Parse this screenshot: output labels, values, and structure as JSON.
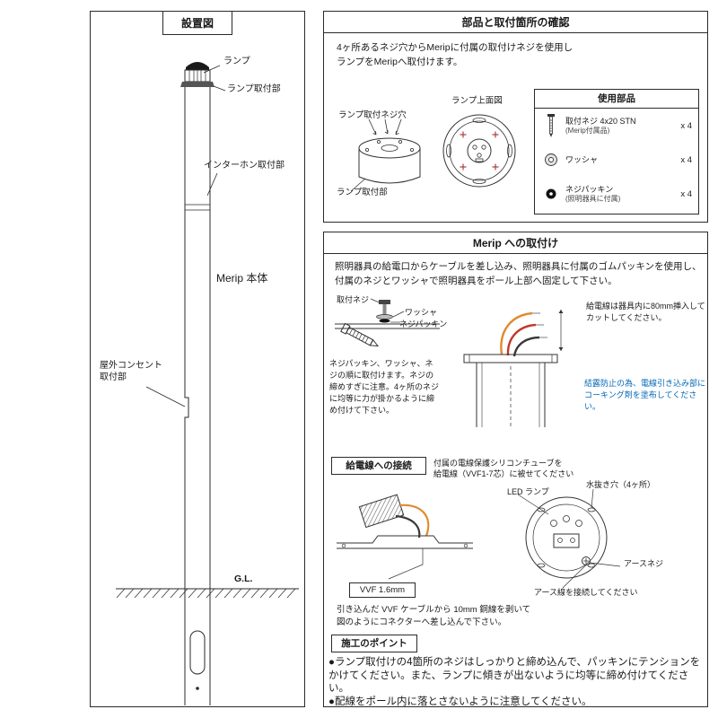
{
  "colors": {
    "line": "#2a2a2a",
    "accent_blue": "#0068b7",
    "wire_orange": "#e08a2d",
    "wire_red": "#c03a2b",
    "wire_black": "#3a3a3a",
    "screw_mark_red": "#a94442"
  },
  "left_panel": {
    "title": "設置図",
    "labels": {
      "lamp": "ランプ",
      "lamp_mount": "ランプ取付部",
      "intercom_mount": "インターホン取付部",
      "body": "Merip 本体",
      "outlet_mount": "屋外コンセント\n取付部",
      "gl": "G.L."
    }
  },
  "parts_panel": {
    "title": "部品と取付箇所の確認",
    "intro": "4ヶ所あるネジ穴からMeripに付属の取付けネジを使用し\nランプをMeripへ取付けます。",
    "top_view_label": "ランプ上面図",
    "screw_holes_label": "ランプ取付ネジ穴",
    "mount_label": "ランプ取付部",
    "parts_box": {
      "title": "使用部品",
      "rows": [
        {
          "name": "取付ネジ 4x20 STN",
          "note": "(Merip付属品)",
          "qty": "x 4",
          "icon": "screw-icon"
        },
        {
          "name": "ワッシャ",
          "note": "",
          "qty": "x 4",
          "icon": "washer-icon"
        },
        {
          "name": "ネジパッキン",
          "note": "(照明器具に付属)",
          "qty": "x 4",
          "icon": "packing-icon"
        }
      ]
    }
  },
  "install_panel": {
    "title": "Merip への取付け",
    "intro": "照明器具の給電口からケーブルを差し込み、照明器具に付属のゴムパッキンを使用し、\n付属のネジとワッシャで照明器具をポール上部へ固定して下さい。",
    "screw_labels": {
      "screw": "取付ネジ",
      "washer": "ワッシャ",
      "packing": "ネジパッキン"
    },
    "screw_note": "ネジパッキン、ワッシャ、ネジの順に取付けます。ネジの締めすぎに注意。4ヶ所のネジに均等に力が掛かるように締め付けて下さい。",
    "feed_cut_note": "給電線は器具内に80mm挿入して\nカットしてください。",
    "caulk_note": "結露防止の為、電線引き込み部に\nコーキング剤を塗布してください。",
    "connection": {
      "heading": "給電線への接続",
      "tube_note": "付属の電線保護シリコンチューブを\n給電線（VVF1-7芯）に被せてください",
      "vvf_label": "VVF 1.6mm",
      "strip_note": "引き込んだ VVF ケーブルから 10mm 銅線を剥いて\n図のようにコネクターへ差し込んで下さい。",
      "lamp_labels": {
        "led": "LED ランプ",
        "drain": "水抜き穴（4ヶ所）",
        "earth_screw": "アースネジ",
        "earth_wire": "アース線を接続してください"
      }
    },
    "points": {
      "heading": "施工のポイント",
      "bullets": [
        "●ランプ取付けの4箇所のネジはしっかりと締め込んで、パッキンにテンションをかけてください。また、ランプに傾きが出ないように均等に締め付けてください。",
        "●配線をポール内に落とさないように注意してください。"
      ]
    }
  }
}
